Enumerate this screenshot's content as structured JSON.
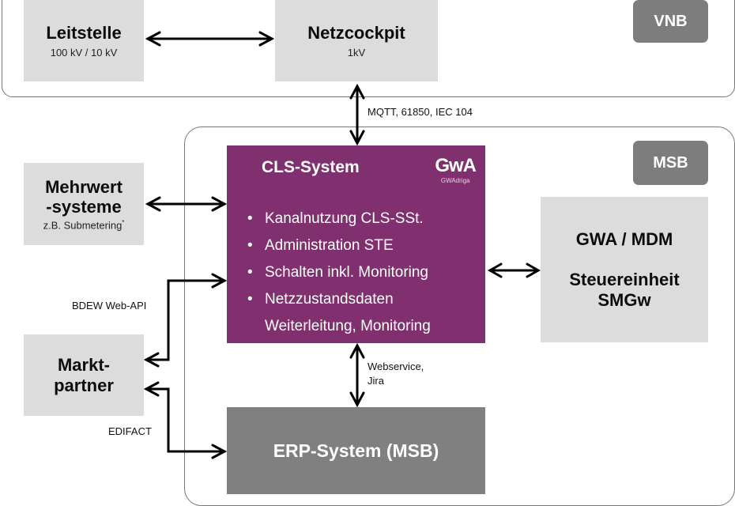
{
  "vnb": {
    "badge": "VNB",
    "leitstelle": {
      "title": "Leitstelle",
      "subtitle": "100 kV / 10 kV"
    },
    "netzcockpit": {
      "title": "Netzcockpit",
      "subtitle": "1kV"
    }
  },
  "connections": {
    "netzcockpit_cls": "MQTT, 61850, IEC 104",
    "marktpartner_cls": "BDEW Web-API",
    "marktpartner_erp": "EDIFACT",
    "cls_erp_line1": "Webservice,",
    "cls_erp_line2": "Jira"
  },
  "msb": {
    "badge": "MSB",
    "cls_system": {
      "title": "CLS-System",
      "logo_mark": "GwA",
      "logo_name": "GWAdriga",
      "bullet": "•",
      "items": [
        "Kanalnutzung CLS-SSt.",
        "Administration STE",
        "Schalten inkl. Monitoring",
        "Netzzustandsdaten"
      ],
      "item_continuation": "Weiterleitung, Monitoring"
    },
    "gwa_mdm": {
      "line1": "GWA / MDM",
      "line2": "Steuereinheit",
      "line3": "SMGw"
    },
    "erp": {
      "title": "ERP-System (MSB)"
    }
  },
  "external": {
    "mehrwert": {
      "line1": "Mehrwert",
      "line2": "-systeme",
      "subtitle": "z.B. Submetering",
      "footnote": "*"
    },
    "marktpartner": {
      "line1": "Markt-",
      "line2": "partner"
    }
  },
  "colors": {
    "cls": "#80306f",
    "erp": "#808080",
    "box": "#dcdcdc",
    "badge": "#7d7d7d"
  }
}
